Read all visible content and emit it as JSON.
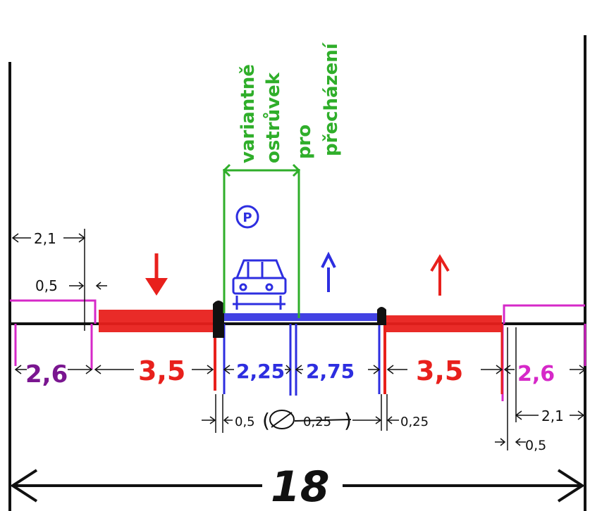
{
  "colors": {
    "ink": "#111111",
    "red": "#e8201c",
    "blue": "#2d2ee0",
    "green": "#2fae2a",
    "magenta": "#d628c8",
    "purple_label": "#7a1690"
  },
  "note": {
    "line1": "variantně",
    "line2": "ostrůvek",
    "line3": "pro",
    "line4": "přecházení"
  },
  "parking_sign": "P",
  "widths": {
    "left_sidewalk": "2,6",
    "left_lane": "3,5",
    "parking_lane": "2,25",
    "bike_lane": "2,75",
    "right_lane": "3,5",
    "right_sidewalk": "2,6"
  },
  "small_dims": {
    "left_top": "2,1",
    "left_offset": "0,5",
    "median": "0,5",
    "struck": "0,25",
    "separator": "0,25",
    "right_offset": "0,5",
    "right_bottom": "2,1"
  },
  "total_width": "18",
  "icons": [
    "down-arrow-icon",
    "up-arrow-icon",
    "parking-sign-icon",
    "car-icon"
  ]
}
